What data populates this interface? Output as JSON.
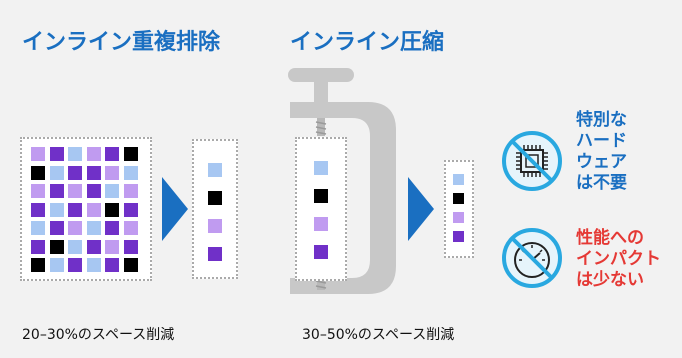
{
  "colors": {
    "accent_blue": "#1a6fc1",
    "red": "#e53935",
    "light_blue": "#a7c7f2",
    "lavender": "#c09bf0",
    "purple": "#7030c8",
    "black": "#000000"
  },
  "dedup": {
    "title": "インライン重複排除",
    "caption": "20–30%のスペース削減",
    "grid": [
      [
        "lavender",
        "purple",
        "light_blue",
        "lavender",
        "purple",
        "black"
      ],
      [
        "black",
        "light_blue",
        "purple",
        "purple",
        "lavender",
        "light_blue"
      ],
      [
        "lavender",
        "purple",
        "lavender",
        "purple",
        "light_blue",
        "lavender"
      ],
      [
        "purple",
        "light_blue",
        "purple",
        "lavender",
        "black",
        "purple"
      ],
      [
        "light_blue",
        "purple",
        "lavender",
        "light_blue",
        "purple",
        "lavender"
      ],
      [
        "purple",
        "black",
        "light_blue",
        "purple",
        "lavender",
        "purple"
      ],
      [
        "black",
        "light_blue",
        "purple",
        "light_blue",
        "purple",
        "black"
      ]
    ],
    "result": [
      "light_blue",
      "black",
      "lavender",
      "purple"
    ]
  },
  "compress": {
    "title": "インライン圧縮",
    "caption": "30–50%のスペース削減",
    "before": [
      "light_blue",
      "black",
      "lavender",
      "purple"
    ],
    "after": [
      "light_blue",
      "black",
      "lavender",
      "purple"
    ]
  },
  "notes": {
    "hardware": [
      "特別な",
      "ハード",
      "ウェア",
      "は不要"
    ],
    "performance": [
      "性能への",
      "インパクト",
      "は少ない"
    ],
    "hardware_icon": "chip-prohibited-icon",
    "performance_icon": "gauge-prohibited-icon"
  }
}
